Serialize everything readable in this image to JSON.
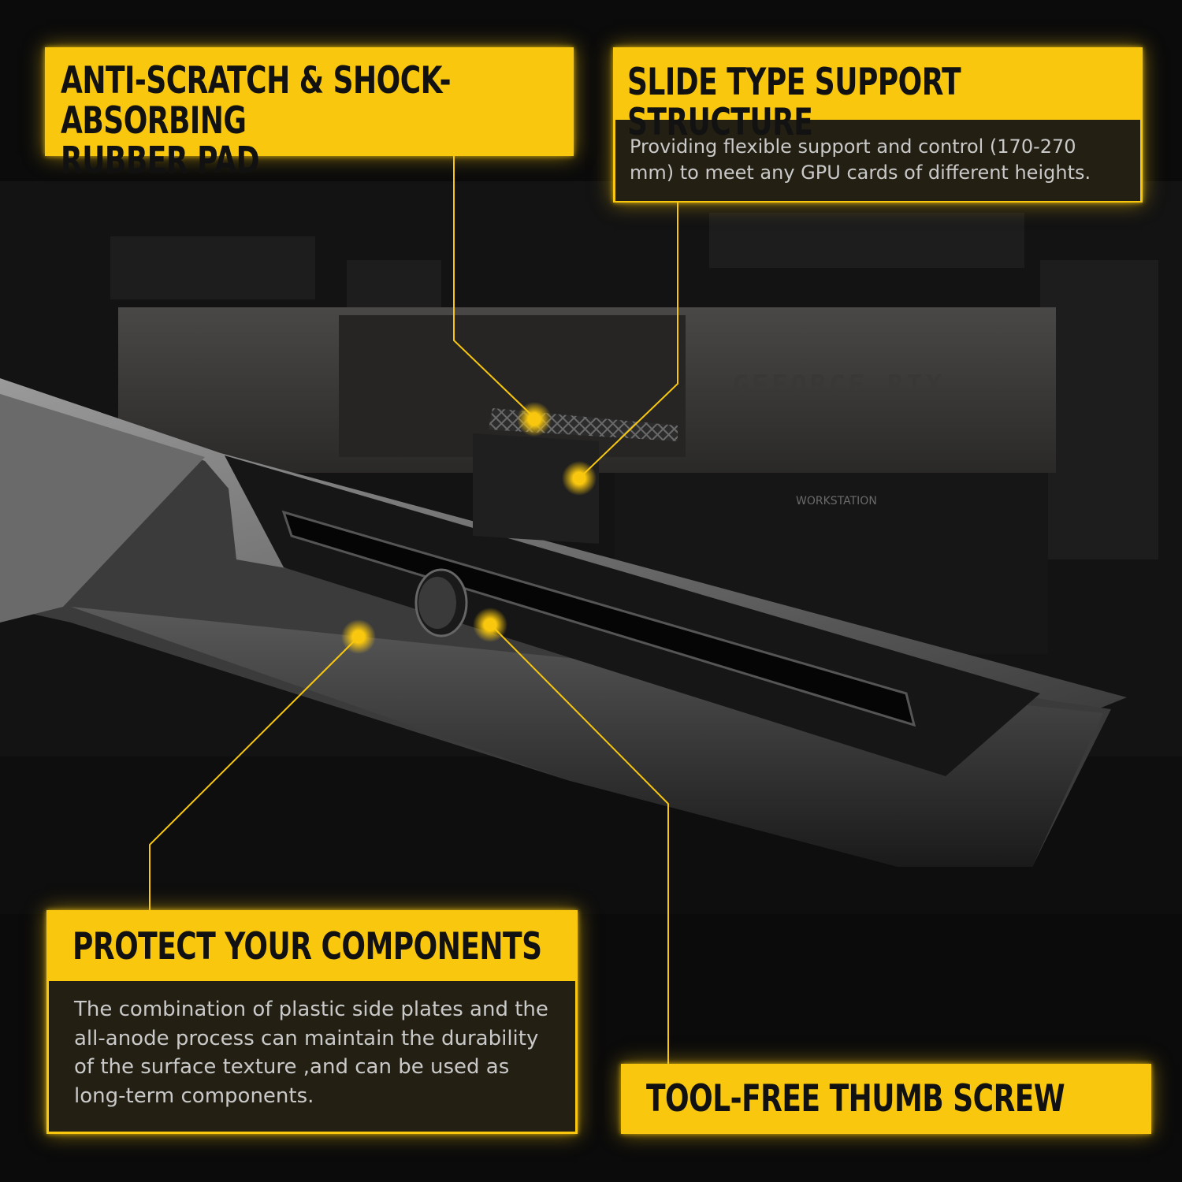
{
  "background": {
    "gpu_brand_text": "GEFORCE RTX",
    "gpu_badge_text": "WORKSTATION"
  },
  "colors": {
    "accent": "#f9c80e",
    "background": "#0b0b0b",
    "description_bg": "#121212",
    "description_text": "#c9c9c9"
  },
  "callouts": {
    "rubber_pad": {
      "title_line1": "ANTI-SCRATCH & SHOCK-ABSORBING",
      "title_line2": "RUBBER PAD"
    },
    "slide_structure": {
      "title": "SLIDE TYPE SUPPORT STRUCTURE",
      "description": "Providing flexible support and control (170-270 mm) to meet any GPU cards of different heights."
    },
    "protect_components": {
      "title": "PROTECT YOUR COMPONENTS",
      "description": "The combination of plastic side plates and the all-anode process can maintain the durability of the surface texture ,and can be used as long-term components."
    },
    "thumb_screw": {
      "title": "TOOL-FREE THUMB SCREW"
    }
  }
}
